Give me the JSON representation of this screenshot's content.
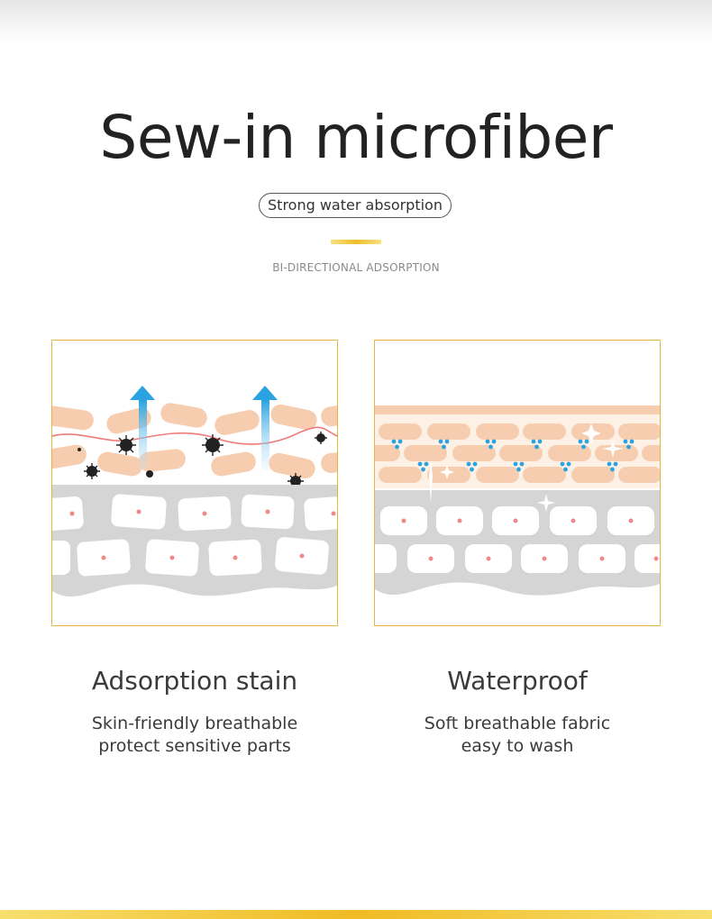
{
  "header": {
    "title": "Sew-in microfiber",
    "pill_label": "Strong water absorption",
    "kicker": "BI-DIRECTIONAL ADSORPTION"
  },
  "features": [
    {
      "title": "Adsorption stain",
      "lines": [
        "Skin-friendly breathable",
        "protect sensitive parts"
      ]
    },
    {
      "title": "Waterproof",
      "lines": [
        "Soft breathable fabric",
        "easy to wash"
      ]
    }
  ],
  "colors": {
    "accent_gold": "#f0bd2c",
    "panel_border": "#e5b53f",
    "fiber_peach": "#f7cdb0",
    "arrow_blue": "#2aa3e0",
    "skin_gray": "#d5d5d5",
    "cell_dot": "#f08a8a"
  },
  "icons": {
    "up_arrow": "arrow-up-icon",
    "stain": "stain-particle-icon",
    "sparkle": "sparkle-icon",
    "droplet": "water-droplet-icon"
  }
}
